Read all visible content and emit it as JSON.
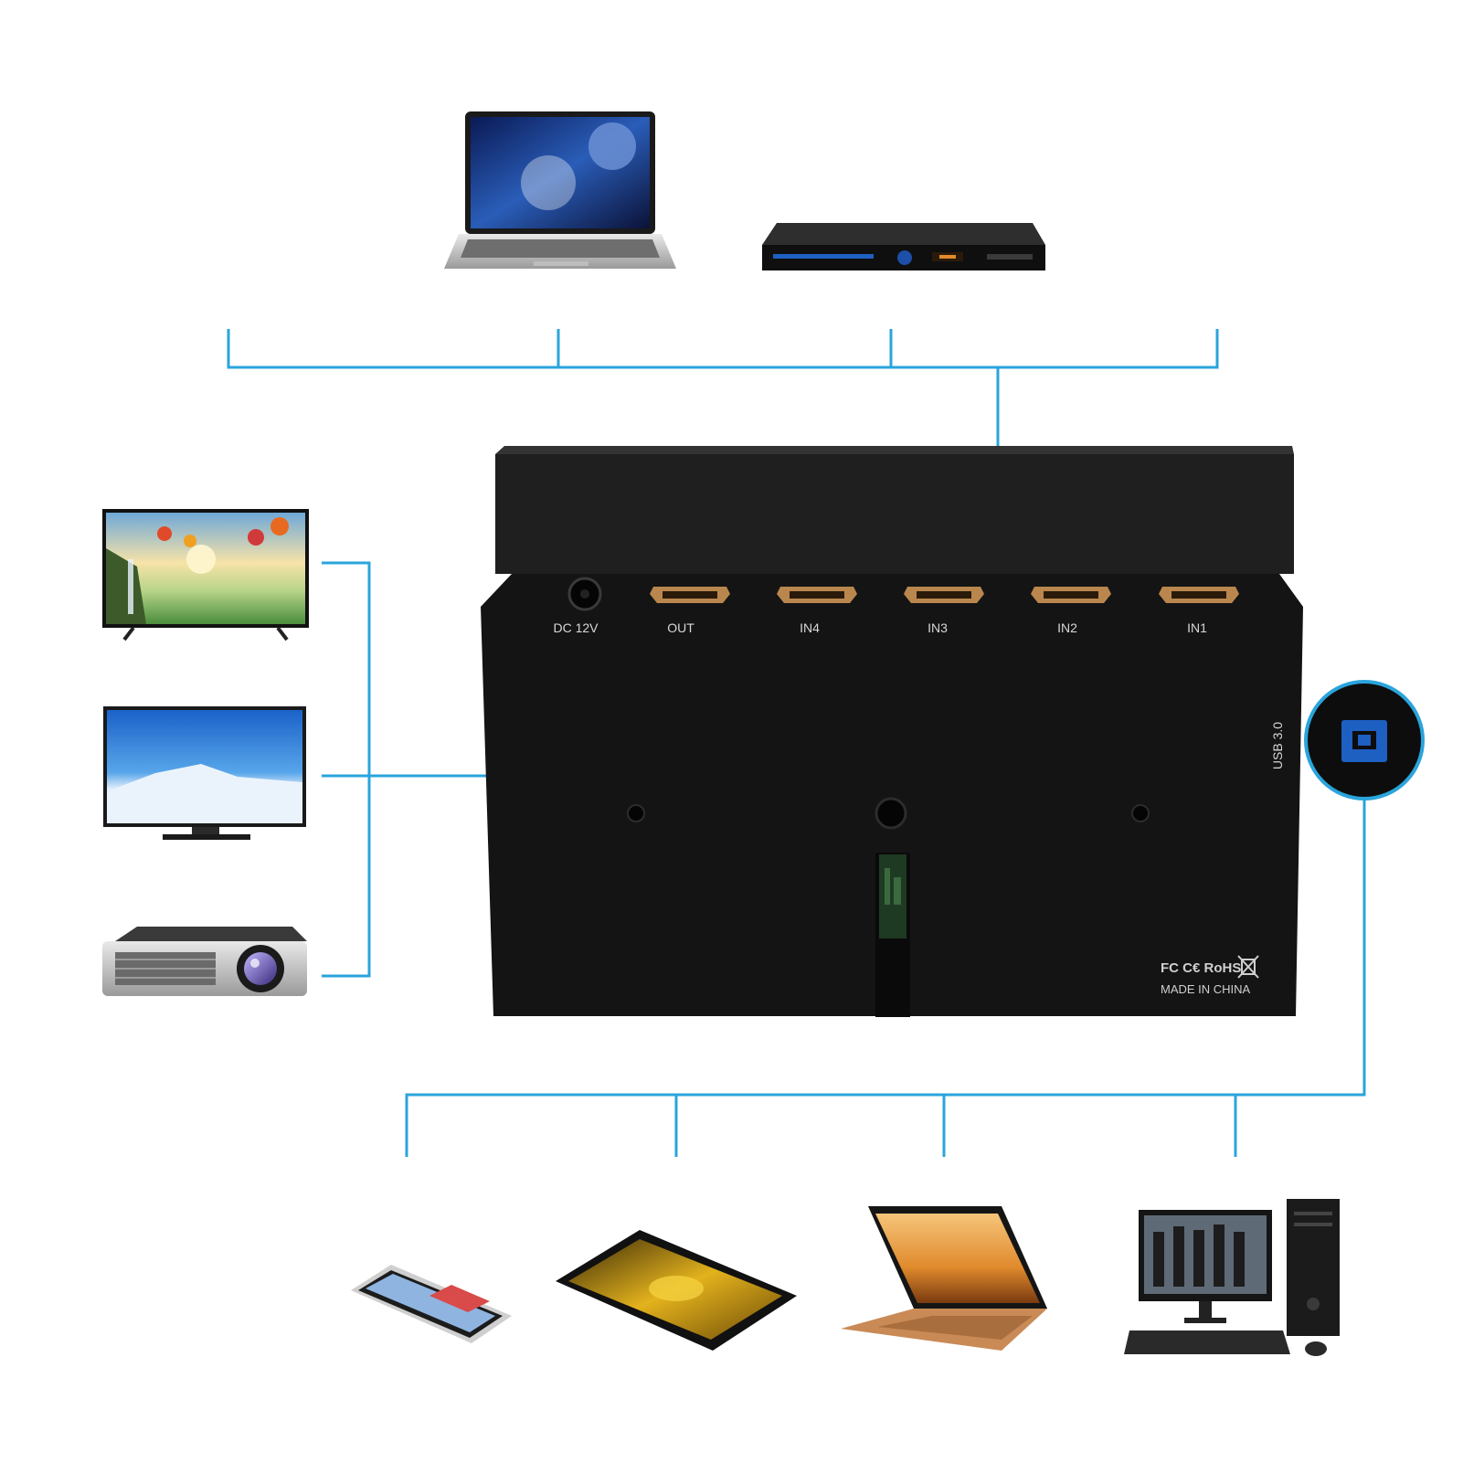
{
  "colors": {
    "connector": "#2aa4dc",
    "switch_body": "#141414",
    "switch_top": "#1f1f1f",
    "port_gold": "#b9874e",
    "label_text": "#d8d8d8",
    "cert_text": "#cfcfcf",
    "usb_blue": "#1e5fc2"
  },
  "switch_box": {
    "ports": [
      {
        "id": "dc",
        "label": "DC 12V"
      },
      {
        "id": "out",
        "label": "OUT"
      },
      {
        "id": "in4",
        "label": "IN4"
      },
      {
        "id": "in3",
        "label": "IN3"
      },
      {
        "id": "in2",
        "label": "IN2"
      },
      {
        "id": "in1",
        "label": "IN1"
      }
    ],
    "usb_label": "USB 3.0",
    "cert_marks": "FC C€ RoHS",
    "made_in": "MADE IN CHINA"
  },
  "devices": {
    "sources": [
      {
        "id": "laptop",
        "icon": "laptop-icon"
      },
      {
        "id": "dvd",
        "icon": "dvd-player-icon"
      }
    ],
    "displays": [
      {
        "id": "tv1",
        "icon": "tv-icon"
      },
      {
        "id": "monitor",
        "icon": "monitor-icon"
      },
      {
        "id": "projector",
        "icon": "projector-icon"
      }
    ],
    "usb_hosts": [
      {
        "id": "phone",
        "icon": "phone-icon"
      },
      {
        "id": "tablet",
        "icon": "tablet-icon"
      },
      {
        "id": "convertible",
        "icon": "convertible-laptop-icon"
      },
      {
        "id": "desktop",
        "icon": "desktop-pc-icon"
      }
    ]
  }
}
